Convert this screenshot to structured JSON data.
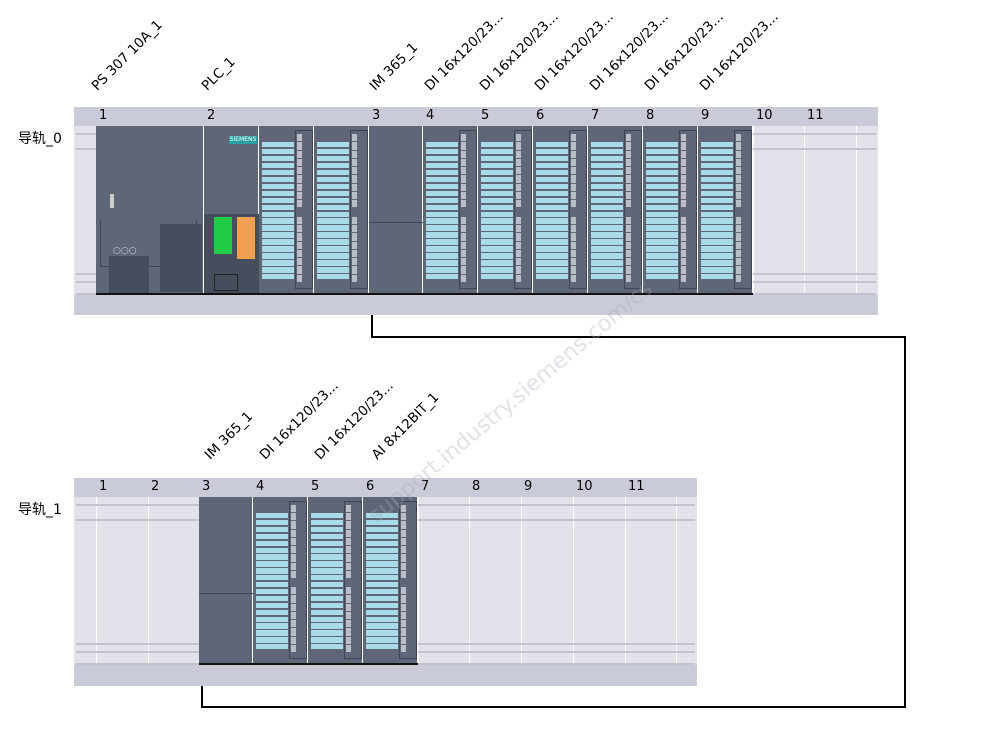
{
  "racks": [
    {
      "name": "导轨_0",
      "slots": [
        "1",
        "2",
        "3",
        "4",
        "5",
        "6",
        "7",
        "8",
        "9",
        "10",
        "11"
      ],
      "modules": [
        "PS 307 10A_1",
        "PLC_1",
        "IM 365_1",
        "DI 16x120/23...",
        "DI 16x120/23...",
        "DI 16x120/23...",
        "DI 16x120/23...",
        "DI 16x120/23...",
        "DI 16x120/23..."
      ]
    },
    {
      "name": "导轨_1",
      "slots": [
        "1",
        "2",
        "3",
        "4",
        "5",
        "6",
        "7",
        "8",
        "9",
        "10",
        "11"
      ],
      "modules": [
        "IM 365_1",
        "DI 16x120/23...",
        "DI 16x120/23...",
        "AI 8x12BIT_1"
      ]
    }
  ],
  "cpu_brand": "SIEMENS",
  "watermark": "support.industry.siemens.com/cs",
  "colors": {
    "module": "#5e6677",
    "channel": "#a6dbe7",
    "rail_header": "#cacbd8",
    "profinet_port": "#22cc44",
    "mpi_port": "#f0a050"
  }
}
